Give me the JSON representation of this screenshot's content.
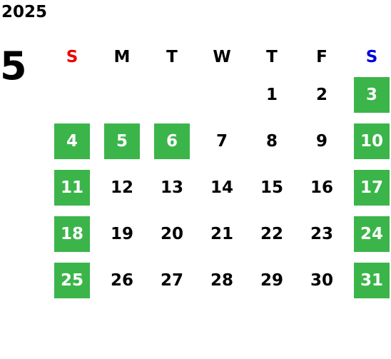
{
  "year": "2025",
  "month": "5",
  "weekdays": [
    {
      "label": "S",
      "type": "sun"
    },
    {
      "label": "M",
      "type": "weekday"
    },
    {
      "label": "T",
      "type": "weekday"
    },
    {
      "label": "W",
      "type": "weekday"
    },
    {
      "label": "T",
      "type": "weekday"
    },
    {
      "label": "F",
      "type": "weekday"
    },
    {
      "label": "S",
      "type": "sat"
    }
  ],
  "colors": {
    "holiday_bg": "#3bb54a",
    "sunday_header": "#ee0000",
    "saturday_header": "#0000dd"
  },
  "weeks": [
    [
      {
        "day": ""
      },
      {
        "day": ""
      },
      {
        "day": ""
      },
      {
        "day": ""
      },
      {
        "day": "1",
        "holiday": false
      },
      {
        "day": "2",
        "holiday": false
      },
      {
        "day": "3",
        "holiday": true
      }
    ],
    [
      {
        "day": "4",
        "holiday": true
      },
      {
        "day": "5",
        "holiday": true
      },
      {
        "day": "6",
        "holiday": true
      },
      {
        "day": "7",
        "holiday": false
      },
      {
        "day": "8",
        "holiday": false
      },
      {
        "day": "9",
        "holiday": false
      },
      {
        "day": "10",
        "holiday": true
      }
    ],
    [
      {
        "day": "11",
        "holiday": true
      },
      {
        "day": "12",
        "holiday": false
      },
      {
        "day": "13",
        "holiday": false
      },
      {
        "day": "14",
        "holiday": false
      },
      {
        "day": "15",
        "holiday": false
      },
      {
        "day": "16",
        "holiday": false
      },
      {
        "day": "17",
        "holiday": true
      }
    ],
    [
      {
        "day": "18",
        "holiday": true
      },
      {
        "day": "19",
        "holiday": false
      },
      {
        "day": "20",
        "holiday": false
      },
      {
        "day": "21",
        "holiday": false
      },
      {
        "day": "22",
        "holiday": false
      },
      {
        "day": "23",
        "holiday": false
      },
      {
        "day": "24",
        "holiday": true
      }
    ],
    [
      {
        "day": "25",
        "holiday": true
      },
      {
        "day": "26",
        "holiday": false
      },
      {
        "day": "27",
        "holiday": false
      },
      {
        "day": "28",
        "holiday": false
      },
      {
        "day": "29",
        "holiday": false
      },
      {
        "day": "30",
        "holiday": false
      },
      {
        "day": "31",
        "holiday": true
      }
    ]
  ]
}
